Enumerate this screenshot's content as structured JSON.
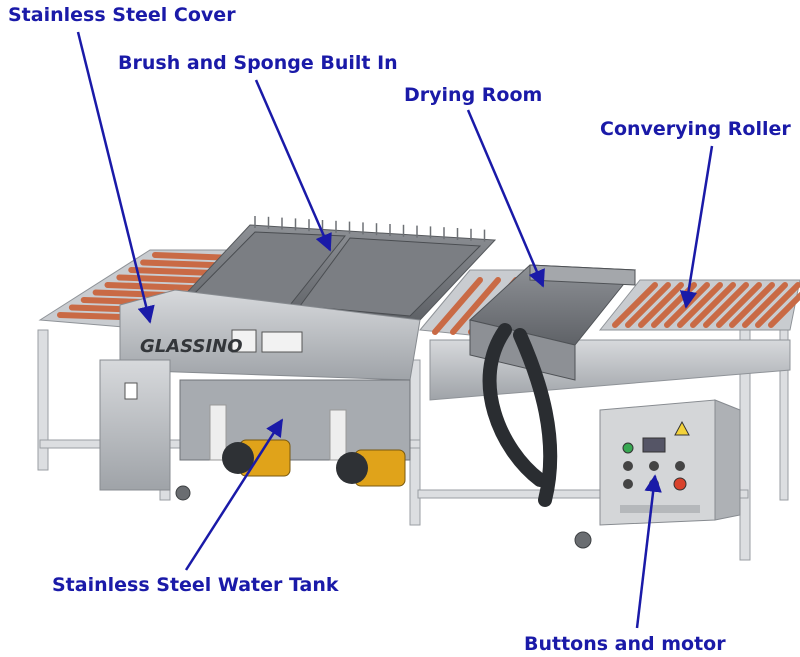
{
  "labels": {
    "cover": "Stainless Steel Cover",
    "brush": "Brush and Sponge Built In",
    "drying": "Drying Room",
    "roller": "Converying Roller",
    "tank": "Stainless Steel Water Tank",
    "buttons": "Buttons and motor"
  },
  "machine": {
    "logo_text": "GLASSINO"
  },
  "colors": {
    "callout": "#1a1aa8",
    "roller": "#c96a45",
    "steel": "#b9bcc0",
    "frame": "#d9dbde",
    "hose": "#2a2d31",
    "pump": "#e0a31a",
    "panel": "#d4d6d8"
  },
  "icons": [
    "warning-icon",
    "power-button-icon",
    "stop-button-icon"
  ]
}
